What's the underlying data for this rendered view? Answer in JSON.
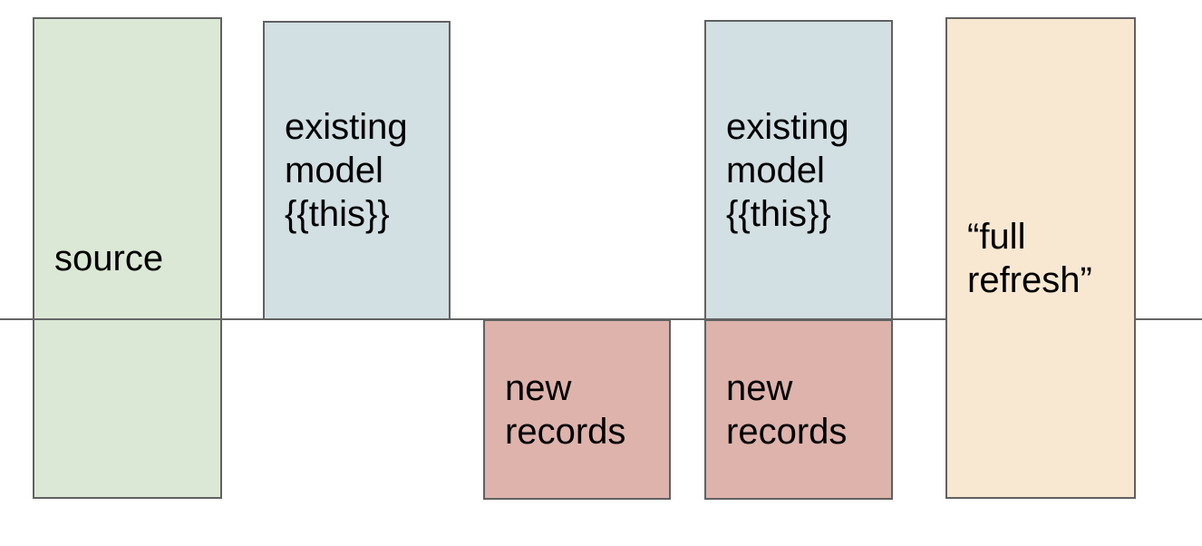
{
  "diagram": {
    "description": "incremental model diagram",
    "divider_line": {
      "color": "#666666"
    },
    "boxes": [
      {
        "id": "source",
        "label": "source",
        "fill": "#dce8d6",
        "border": "#616161"
      },
      {
        "id": "existing-model-1",
        "label": "existing model {{this}}",
        "fill": "#d2dfe3",
        "border": "#616161"
      },
      {
        "id": "new-records-1",
        "label": "new records",
        "fill": "#ddb3ac",
        "border": "#616161"
      },
      {
        "id": "existing-model-2",
        "label": "existing model {{this}}",
        "fill": "#d2dfe3",
        "border": "#616161"
      },
      {
        "id": "new-records-2",
        "label": "new records",
        "fill": "#ddb3ac",
        "border": "#616161"
      },
      {
        "id": "full-refresh",
        "label": "“full refresh”",
        "fill": "#f8e8d2",
        "border": "#616161"
      }
    ],
    "text_color": "#000000",
    "background_color": "#ffffff"
  }
}
